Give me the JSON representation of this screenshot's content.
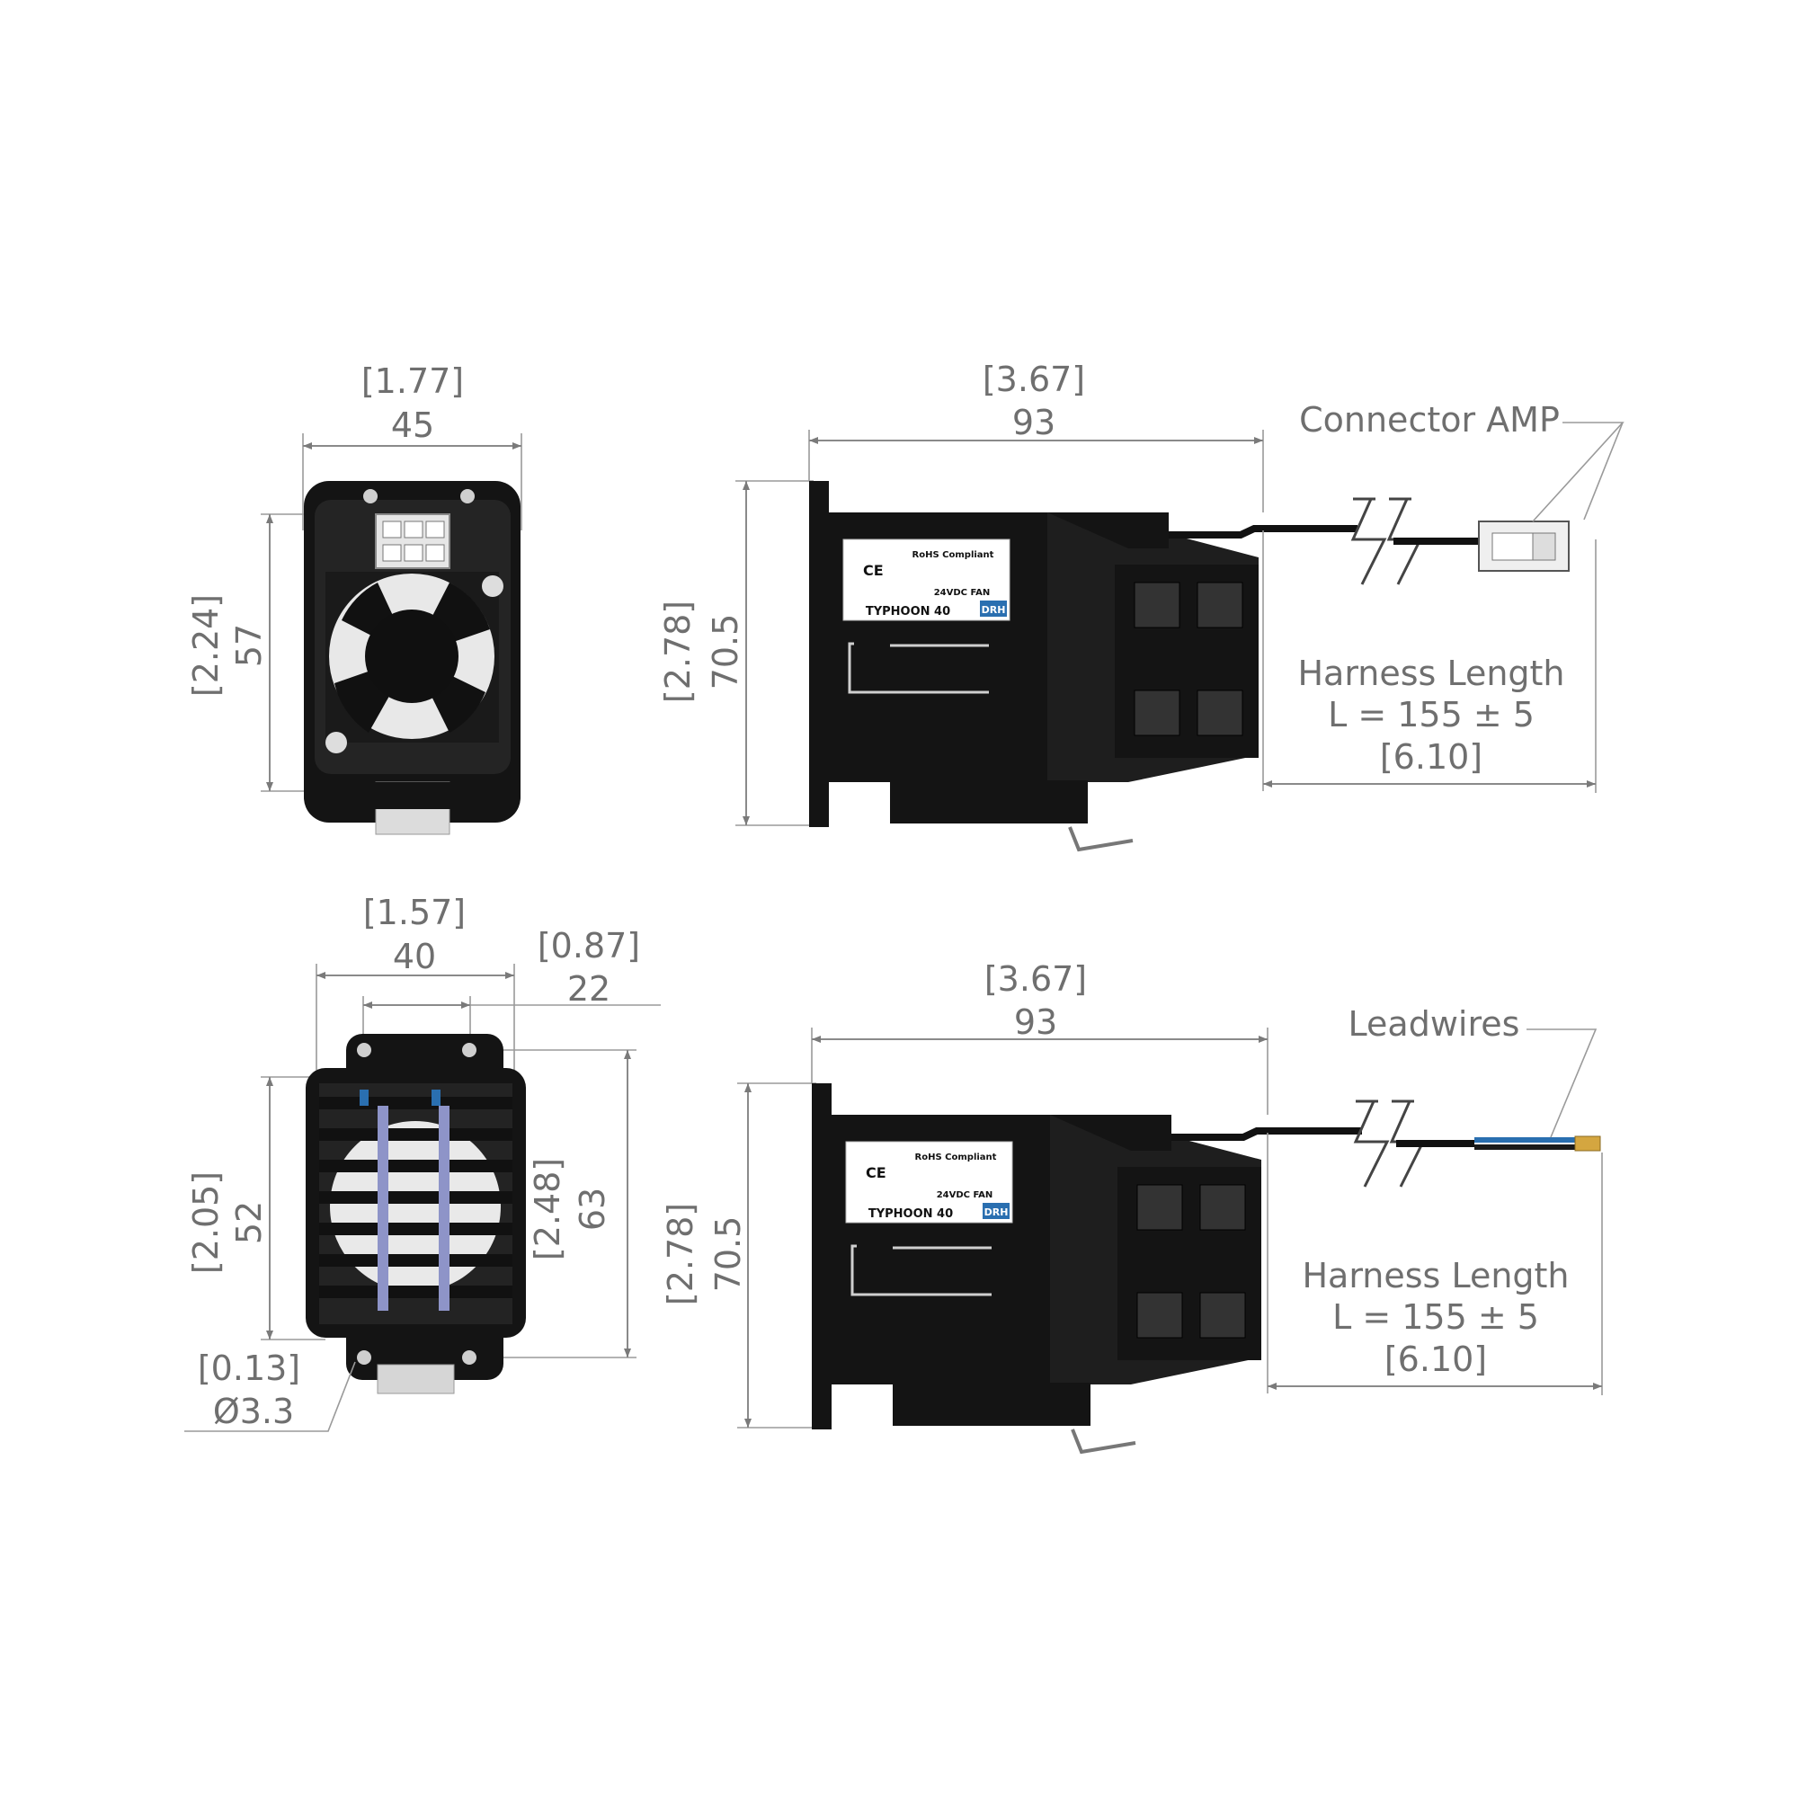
{
  "views": {
    "front_amp": {
      "width_in": "[1.77]",
      "width_mm": "45",
      "height_in": "[2.24]",
      "height_mm": "57"
    },
    "side_amp": {
      "length_in": "[3.67]",
      "length_mm": "93",
      "height_in": "[2.78]",
      "height_mm": "70.5",
      "connector_label": "Connector AMP",
      "harness_label": "Harness Length",
      "harness_formula": "L = 155 ± 5",
      "harness_in": "[6.10]"
    },
    "front_lead": {
      "width_in": "[1.57]",
      "width_mm": "40",
      "inner_in": "[0.87]",
      "inner_mm": "22",
      "height_in": "[2.05]",
      "height_mm": "52",
      "outer_in": "[2.48]",
      "outer_mm": "63",
      "hole_in": "[0.13]",
      "hole_mm": "Ø3.3"
    },
    "side_lead": {
      "length_in": "[3.67]",
      "length_mm": "93",
      "height_in": "[2.78]",
      "height_mm": "70.5",
      "leadwires_label": "Leadwires",
      "harness_label": "Harness Length",
      "harness_formula": "L = 155 ± 5",
      "harness_in": "[6.10]"
    }
  },
  "product_label": {
    "brand": "DRH",
    "model": "TYPHOON 40",
    "line1": "24VDC FAN",
    "line2": "RoHS Compliant",
    "mark": "CE"
  },
  "colors": {
    "body": "#141414",
    "dimension": "#6f6f6f",
    "leadwire": "#2a6fb0"
  }
}
